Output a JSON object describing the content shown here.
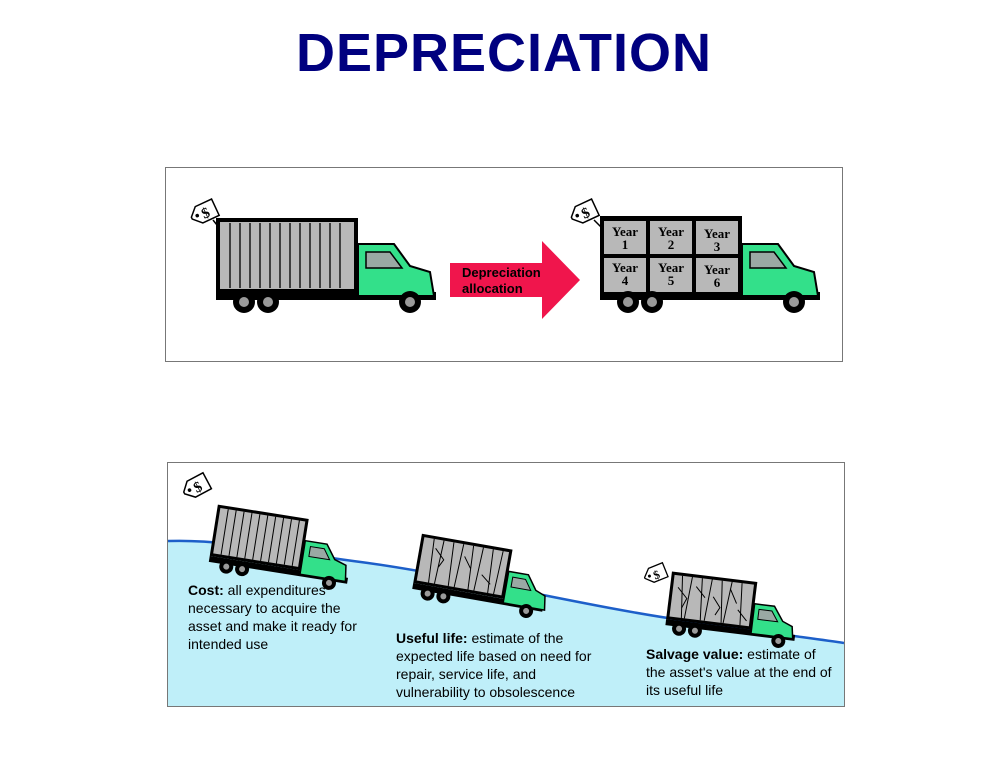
{
  "title": "DEPRECIATION",
  "top_panel": {
    "arrow_label": "Depreciation allocation",
    "arrow_lines": [
      "Depreciation",
      "allocation"
    ],
    "price_tag_symbol": "$",
    "years": [
      "Year 1",
      "Year 2",
      "Year 3",
      "Year 4",
      "Year 5",
      "Year 6"
    ],
    "year_word": "Year",
    "year_numbers": [
      "1",
      "2",
      "3",
      "4",
      "5",
      "6"
    ]
  },
  "bottom_panel": {
    "price_tag_symbol": "$",
    "cost": {
      "term": "Cost:",
      "description": "all expenditures necessary to acquire the asset and make it ready for intended use"
    },
    "useful_life": {
      "term": "Useful life:",
      "description": "estimate of the expected life based on need for repair, service life, and vulnerability to obsolescence"
    },
    "salvage_value": {
      "term": "Salvage value:",
      "description": "estimate of the asset's value at the end of its useful life"
    }
  },
  "colors": {
    "title": "#00007f",
    "truck_cab": "#33e08a",
    "cargo_box": "#b8b8b8",
    "arrow": "#f0154c",
    "water": "#bfeff9",
    "water_line": "#1d5fc9"
  }
}
